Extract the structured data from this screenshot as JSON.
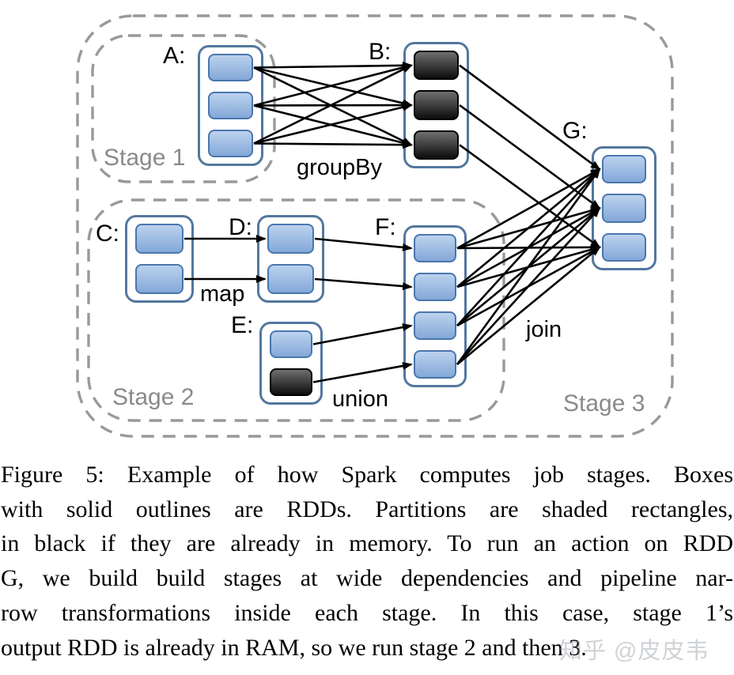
{
  "figure": {
    "caption_lines": [
      "Figure 5: Example of how Spark computes job stages. Boxes",
      "with solid outlines are RDDs. Partitions are shaded rectangles,",
      "in black if they are already in memory. To run an action on RDD",
      "G, we build build stages at wide dependencies and pipeline nar-",
      "row transformations inside each stage. In this case, stage 1’s",
      "output RDD is already in RAM, so we run stage 2 and then 3."
    ]
  },
  "watermark": {
    "text": "知乎 @皮皮韦"
  },
  "colors": {
    "partition_fill_top": "#bcd2ee",
    "partition_fill_bottom": "#83a8d8",
    "partition_border": "#4a76ad",
    "cached_fill_top": "#6e6e6e",
    "cached_fill_bottom": "#0d0d0d",
    "cached_border": "#000000",
    "rdd_box_border": "#54779e",
    "stage_outline": "#999999",
    "stage_label": "#8a8a8a",
    "arrow": "#000000",
    "label": "#000000"
  },
  "diagram": {
    "stages": [
      {
        "id": "stage1",
        "label": "Stage 1"
      },
      {
        "id": "stage2",
        "label": "Stage 2"
      },
      {
        "id": "stage3",
        "label": "Stage 3"
      }
    ],
    "rdds": [
      {
        "id": "A",
        "label": "A:",
        "partitions_cached": [
          false,
          false,
          false
        ]
      },
      {
        "id": "B",
        "label": "B:",
        "partitions_cached": [
          true,
          true,
          true
        ]
      },
      {
        "id": "C",
        "label": "C:",
        "partitions_cached": [
          false,
          false
        ]
      },
      {
        "id": "D",
        "label": "D:",
        "partitions_cached": [
          false,
          false
        ]
      },
      {
        "id": "E",
        "label": "E:",
        "partitions_cached": [
          false,
          true
        ]
      },
      {
        "id": "F",
        "label": "F:",
        "partitions_cached": [
          false,
          false,
          false,
          false
        ]
      },
      {
        "id": "G",
        "label": "G:",
        "partitions_cached": [
          false,
          false,
          false
        ]
      }
    ],
    "operations": [
      {
        "id": "groupBy",
        "label": "groupBy"
      },
      {
        "id": "map",
        "label": "map"
      },
      {
        "id": "union",
        "label": "union"
      },
      {
        "id": "join",
        "label": "join"
      }
    ],
    "edges": [
      {
        "from": "A",
        "to": "B",
        "pairs": [
          [
            0,
            0
          ],
          [
            0,
            1
          ],
          [
            0,
            2
          ],
          [
            1,
            0
          ],
          [
            1,
            1
          ],
          [
            1,
            2
          ],
          [
            2,
            0
          ],
          [
            2,
            1
          ],
          [
            2,
            2
          ]
        ]
      },
      {
        "from": "C",
        "to": "D",
        "pairs": [
          [
            0,
            0
          ],
          [
            1,
            1
          ]
        ]
      },
      {
        "from": "D",
        "to": "F",
        "pairs": [
          [
            0,
            0
          ],
          [
            1,
            1
          ]
        ]
      },
      {
        "from": "E",
        "to": "F",
        "pairs": [
          [
            0,
            2
          ],
          [
            1,
            3
          ]
        ]
      },
      {
        "from": "B",
        "to": "G",
        "pairs": [
          [
            0,
            0
          ],
          [
            1,
            1
          ],
          [
            2,
            2
          ]
        ]
      },
      {
        "from": "F",
        "to": "G",
        "pairs": [
          [
            0,
            0
          ],
          [
            0,
            1
          ],
          [
            0,
            2
          ],
          [
            1,
            0
          ],
          [
            1,
            1
          ],
          [
            1,
            2
          ],
          [
            2,
            0
          ],
          [
            2,
            1
          ],
          [
            2,
            2
          ],
          [
            3,
            0
          ],
          [
            3,
            1
          ],
          [
            3,
            2
          ]
        ]
      }
    ]
  }
}
